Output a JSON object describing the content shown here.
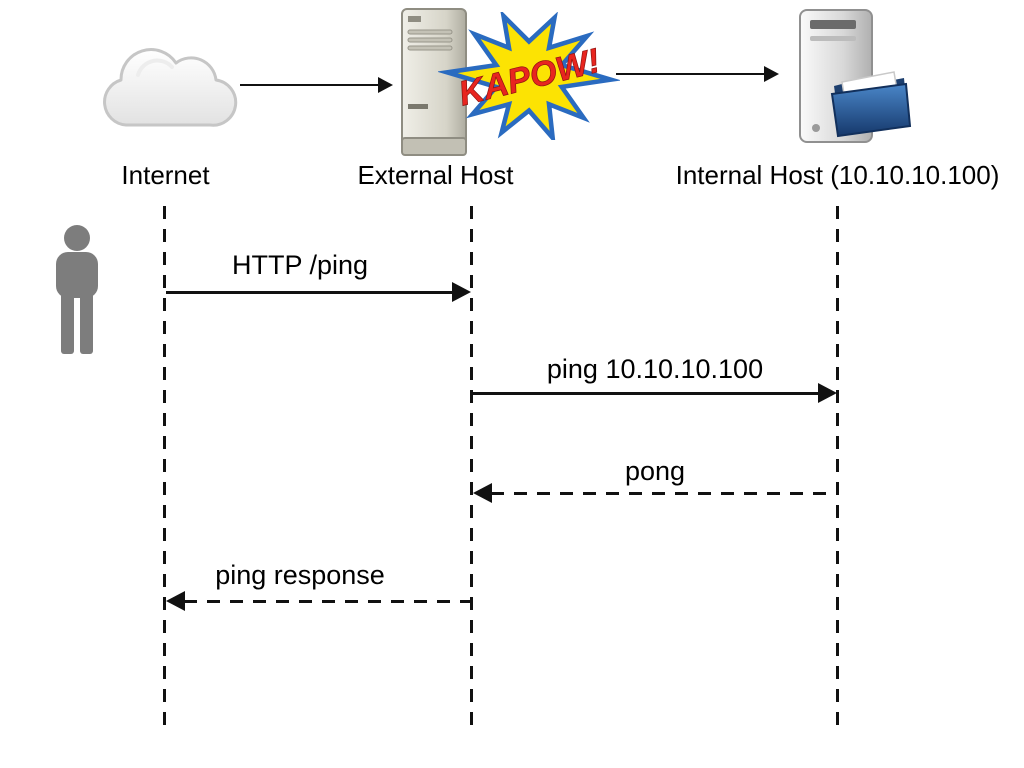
{
  "actors": [
    {
      "id": "internet",
      "label": "Internet",
      "icon": "cloud-icon"
    },
    {
      "id": "external-host",
      "label": "External Host",
      "icon": "server-tower-icon"
    },
    {
      "id": "internal-host",
      "label": "Internal Host (10.10.10.100)",
      "icon": "computer-folder-icon"
    }
  ],
  "burst": {
    "text": "KAPOW!",
    "fill_color": "#fce303",
    "stroke_color": "#2a6bc0",
    "text_color": "#e8251f"
  },
  "person": {
    "icon": "person-icon",
    "color": "#7d7d7d"
  },
  "connections": [
    {
      "from": "internet",
      "to": "external-host",
      "line": "solid"
    },
    {
      "from": "external-host",
      "to": "internal-host",
      "line": "solid"
    }
  ],
  "messages": [
    {
      "label": "HTTP /ping",
      "from": "internet",
      "to": "external-host",
      "line": "solid",
      "direction": "right"
    },
    {
      "label": "ping 10.10.10.100",
      "from": "external-host",
      "to": "internal-host",
      "line": "solid",
      "direction": "right"
    },
    {
      "label": "pong",
      "from": "internal-host",
      "to": "external-host",
      "line": "dashed",
      "direction": "left"
    },
    {
      "label": "ping response",
      "from": "external-host",
      "to": "internet",
      "line": "dashed",
      "direction": "left"
    }
  ],
  "colors": {
    "line": "#111111",
    "background": "#ffffff"
  }
}
